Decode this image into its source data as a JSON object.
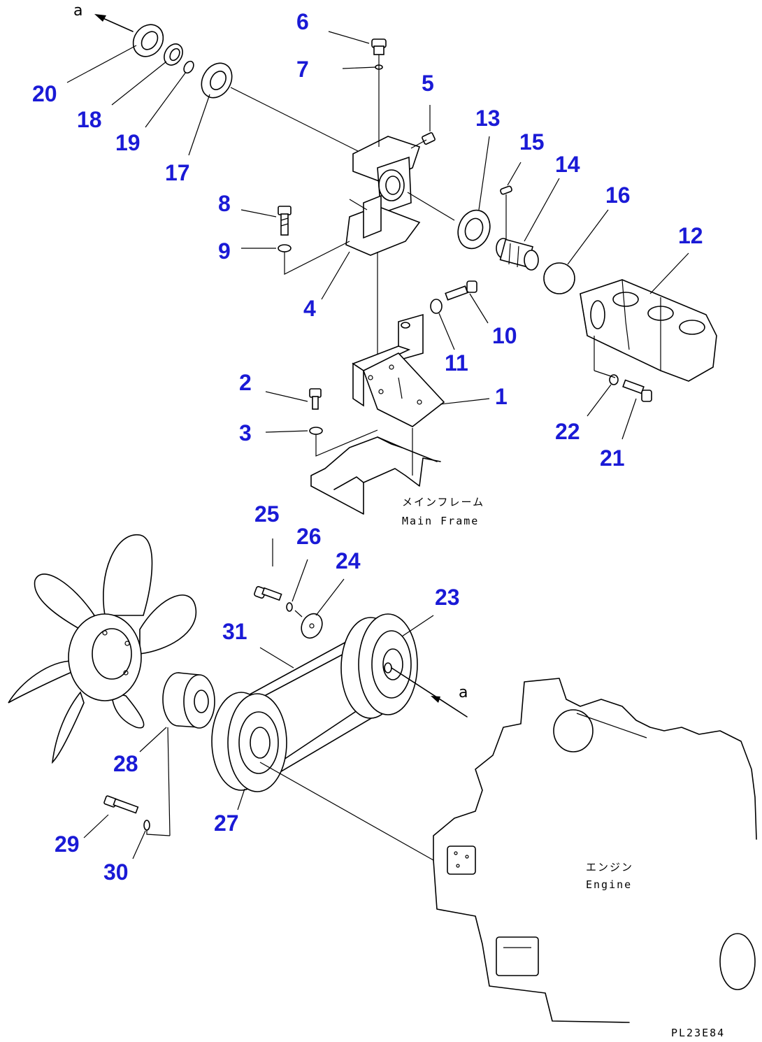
{
  "parts": [
    {
      "id": "p1",
      "label": "1"
    },
    {
      "id": "p2",
      "label": "2"
    },
    {
      "id": "p3",
      "label": "3"
    },
    {
      "id": "p4",
      "label": "4"
    },
    {
      "id": "p5",
      "label": "5"
    },
    {
      "id": "p6",
      "label": "6"
    },
    {
      "id": "p7",
      "label": "7"
    },
    {
      "id": "p8",
      "label": "8"
    },
    {
      "id": "p9",
      "label": "9"
    },
    {
      "id": "p10",
      "label": "10"
    },
    {
      "id": "p11",
      "label": "11"
    },
    {
      "id": "p12",
      "label": "12"
    },
    {
      "id": "p13",
      "label": "13"
    },
    {
      "id": "p14",
      "label": "14"
    },
    {
      "id": "p15",
      "label": "15"
    },
    {
      "id": "p16",
      "label": "16"
    },
    {
      "id": "p17",
      "label": "17"
    },
    {
      "id": "p18",
      "label": "18"
    },
    {
      "id": "p19",
      "label": "19"
    },
    {
      "id": "p20",
      "label": "20"
    },
    {
      "id": "p21",
      "label": "21"
    },
    {
      "id": "p22",
      "label": "22"
    },
    {
      "id": "p23",
      "label": "23"
    },
    {
      "id": "p24",
      "label": "24"
    },
    {
      "id": "p25",
      "label": "25"
    },
    {
      "id": "p26",
      "label": "26"
    },
    {
      "id": "p27",
      "label": "27"
    },
    {
      "id": "p28",
      "label": "28"
    },
    {
      "id": "p29",
      "label": "29"
    },
    {
      "id": "p30",
      "label": "30"
    },
    {
      "id": "p31",
      "label": "31"
    }
  ],
  "arrow_label": "a",
  "main_frame_jp": "メインフレーム",
  "main_frame_en": "Main Frame",
  "engine_jp": "エンジン",
  "engine_en": "Engine",
  "drawing_code": "PL23E84",
  "label_color": "#1a1ad6"
}
